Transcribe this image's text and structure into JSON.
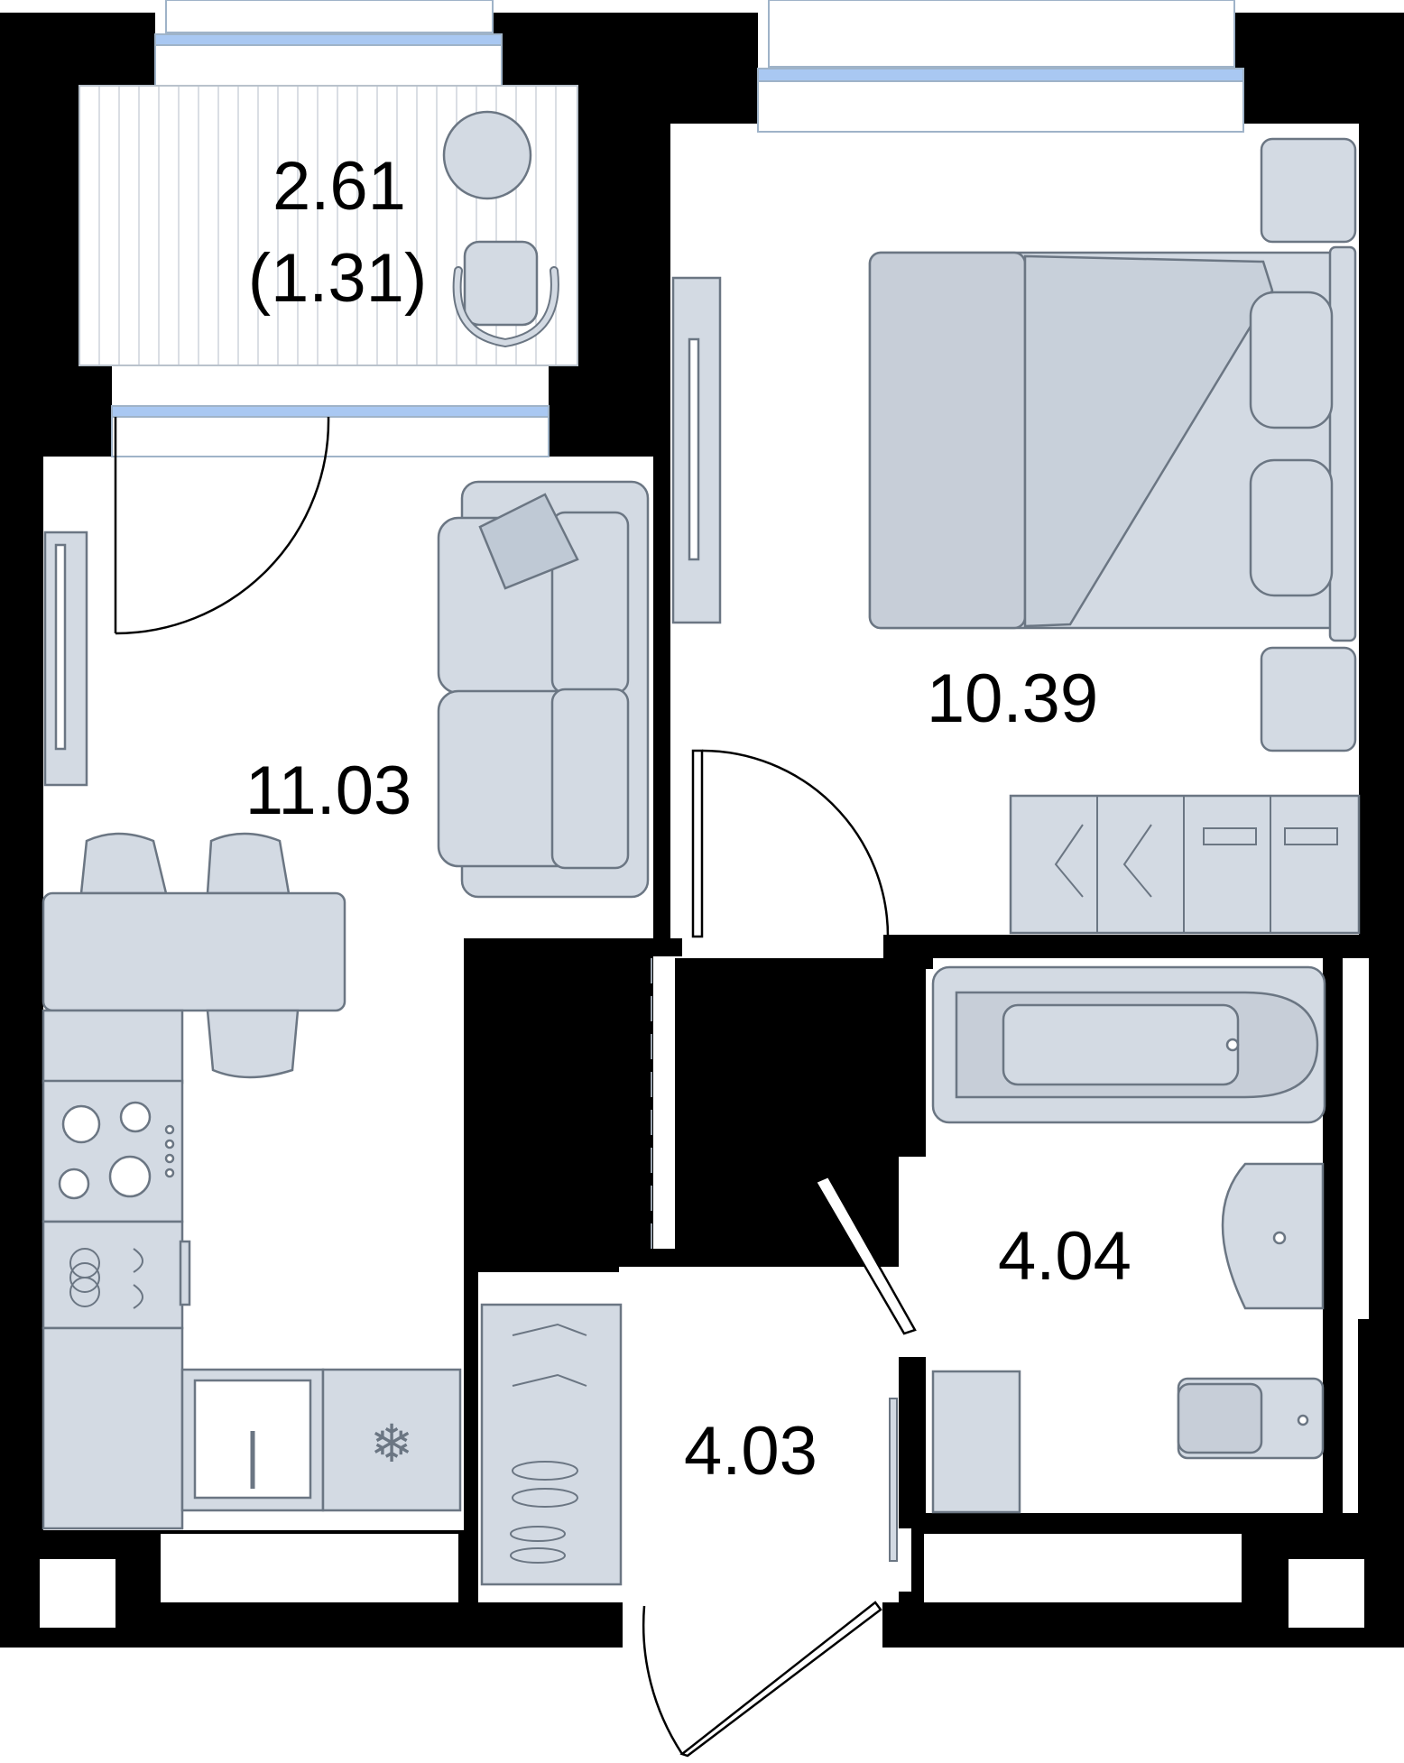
{
  "plan": {
    "colors": {
      "wall": "#000000",
      "background": "#ffffff",
      "furniture_fill": "#d3dae3",
      "furniture_stroke": "#6b7683",
      "window_glass": "#a9c8f2",
      "line": "#000000"
    },
    "rooms": [
      {
        "id": "balcony",
        "area": "2.61",
        "reduced_area": "(1.31)"
      },
      {
        "id": "living-kitchen",
        "area": "11.03"
      },
      {
        "id": "bedroom",
        "area": "10.39"
      },
      {
        "id": "bathroom",
        "area": "4.04"
      },
      {
        "id": "hallway",
        "area": "4.03"
      }
    ],
    "icons": [
      "snowflake-icon"
    ]
  }
}
